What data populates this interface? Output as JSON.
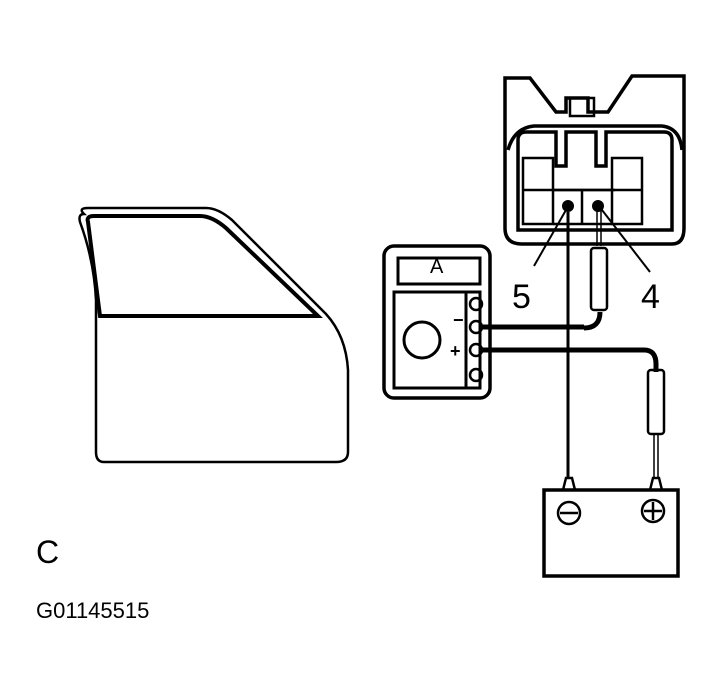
{
  "diagram": {
    "panel_letter": "C",
    "figure_id": "G01145515",
    "components": {
      "door": {
        "name": "door-panel"
      },
      "connector": {
        "name": "switch-connector",
        "pins": [
          {
            "label": "5",
            "role": "negative-side-terminal"
          },
          {
            "label": "4",
            "role": "positive-side-terminal"
          }
        ]
      },
      "ammeter": {
        "display": "A",
        "terminals": {
          "minus": "−",
          "plus": "+"
        }
      },
      "battery": {
        "negative_symbol": "⊖",
        "positive_symbol": "⊕"
      }
    },
    "colors": {
      "line": "#000000",
      "background": "#ffffff"
    }
  }
}
